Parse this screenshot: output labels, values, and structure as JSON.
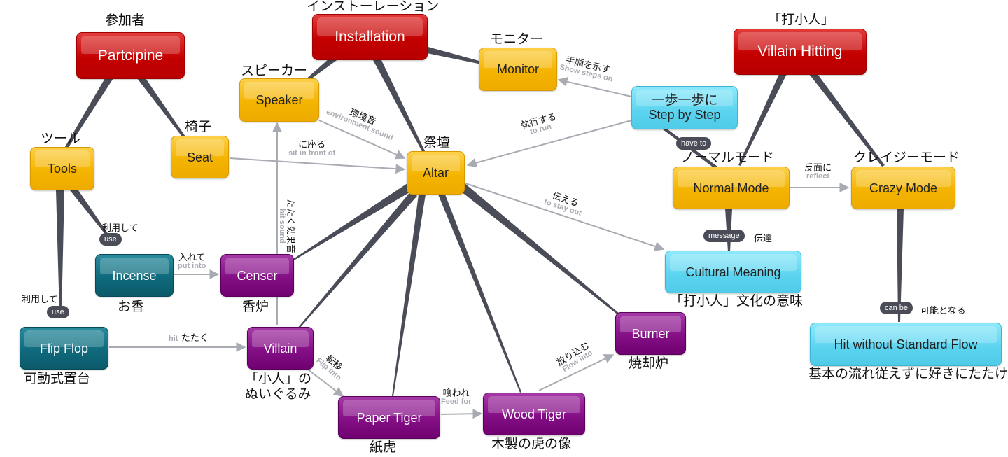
{
  "nodes": {
    "participine": {
      "label": "Partcipine",
      "jp": "参加者"
    },
    "installation": {
      "label": "Installation",
      "jp": "インストーレーション"
    },
    "villain_hitting": {
      "label": "Villain Hitting",
      "jp": "「打小人」"
    },
    "speaker": {
      "label": "Speaker",
      "jp": "スピーカー"
    },
    "monitor": {
      "label": "Monitor",
      "jp": "モニター"
    },
    "seat": {
      "label": "Seat",
      "jp": "椅子"
    },
    "tools": {
      "label": "Tools",
      "jp": "ツール"
    },
    "altar": {
      "label": "Altar",
      "jp": "祭壇"
    },
    "step_by_step": {
      "label": "Step by Step",
      "jp": "一歩一歩に"
    },
    "normal_mode": {
      "label": "Normal Mode",
      "jp": "ノーマルモード"
    },
    "crazy_mode": {
      "label": "Crazy Mode",
      "jp": "クレイジーモード"
    },
    "cultural_meaning": {
      "label": "Cultural Meaning",
      "jp": "「打小人」文化の意味"
    },
    "hit_without": {
      "label": "Hit without Standard Flow",
      "jp": "基本の流れ従えずに好きにたたける"
    },
    "incense": {
      "label": "Incense",
      "jp": "お香"
    },
    "censer": {
      "label": "Censer",
      "jp": "香炉"
    },
    "flip_flop": {
      "label": "Flip Flop",
      "jp": "可動式置台"
    },
    "villain": {
      "label": "Villain",
      "jp": "「小人」の\nぬいぐるみ"
    },
    "paper_tiger": {
      "label": "Paper Tiger",
      "jp": "紙虎"
    },
    "wood_tiger": {
      "label": "Wood Tiger",
      "jp": "木製の虎の像"
    },
    "burner": {
      "label": "Burner",
      "jp": "焼却炉"
    }
  },
  "edge_labels": {
    "show_steps": {
      "jp": "手順を示す",
      "en": "Show steps on"
    },
    "to_run": {
      "jp": "執行する",
      "en": "to run"
    },
    "env_sound": {
      "jp": "環境音",
      "en": "environment sound"
    },
    "sit_in_front": {
      "jp": "に座る",
      "en": "sit in front of"
    },
    "hit_sound": {
      "jp": "たたく効果音",
      "en": "hit sound"
    },
    "to_stay_out": {
      "jp": "伝える",
      "en": "to stay out"
    },
    "reflect": {
      "jp": "反面に",
      "en": "reflect"
    },
    "put_into": {
      "jp": "入れて",
      "en": "put into"
    },
    "hit": {
      "jp": "たたく",
      "en": "hit"
    },
    "flip_into": {
      "jp": "転移",
      "en": "Flip into"
    },
    "feed_for": {
      "jp": "喰われ",
      "en": "Feed for"
    },
    "flow_into": {
      "jp": "放り込む",
      "en": "Flow into"
    }
  },
  "pills": {
    "have_to": "have to",
    "message": "message",
    "message_jp": "伝達",
    "can_be": "can be",
    "can_be_jp": "可能となる",
    "use1": "use",
    "use1_jp": "利用して",
    "use2": "use",
    "use2_jp": "利用して"
  },
  "colors": {
    "red": "#c40000",
    "yellow": "#f4b400",
    "cyan": "#5ad3ef",
    "teal": "#0f6a7c",
    "purple": "#840f86",
    "strong_link": "#4a4d57",
    "arrow_link": "#a9abb3"
  }
}
